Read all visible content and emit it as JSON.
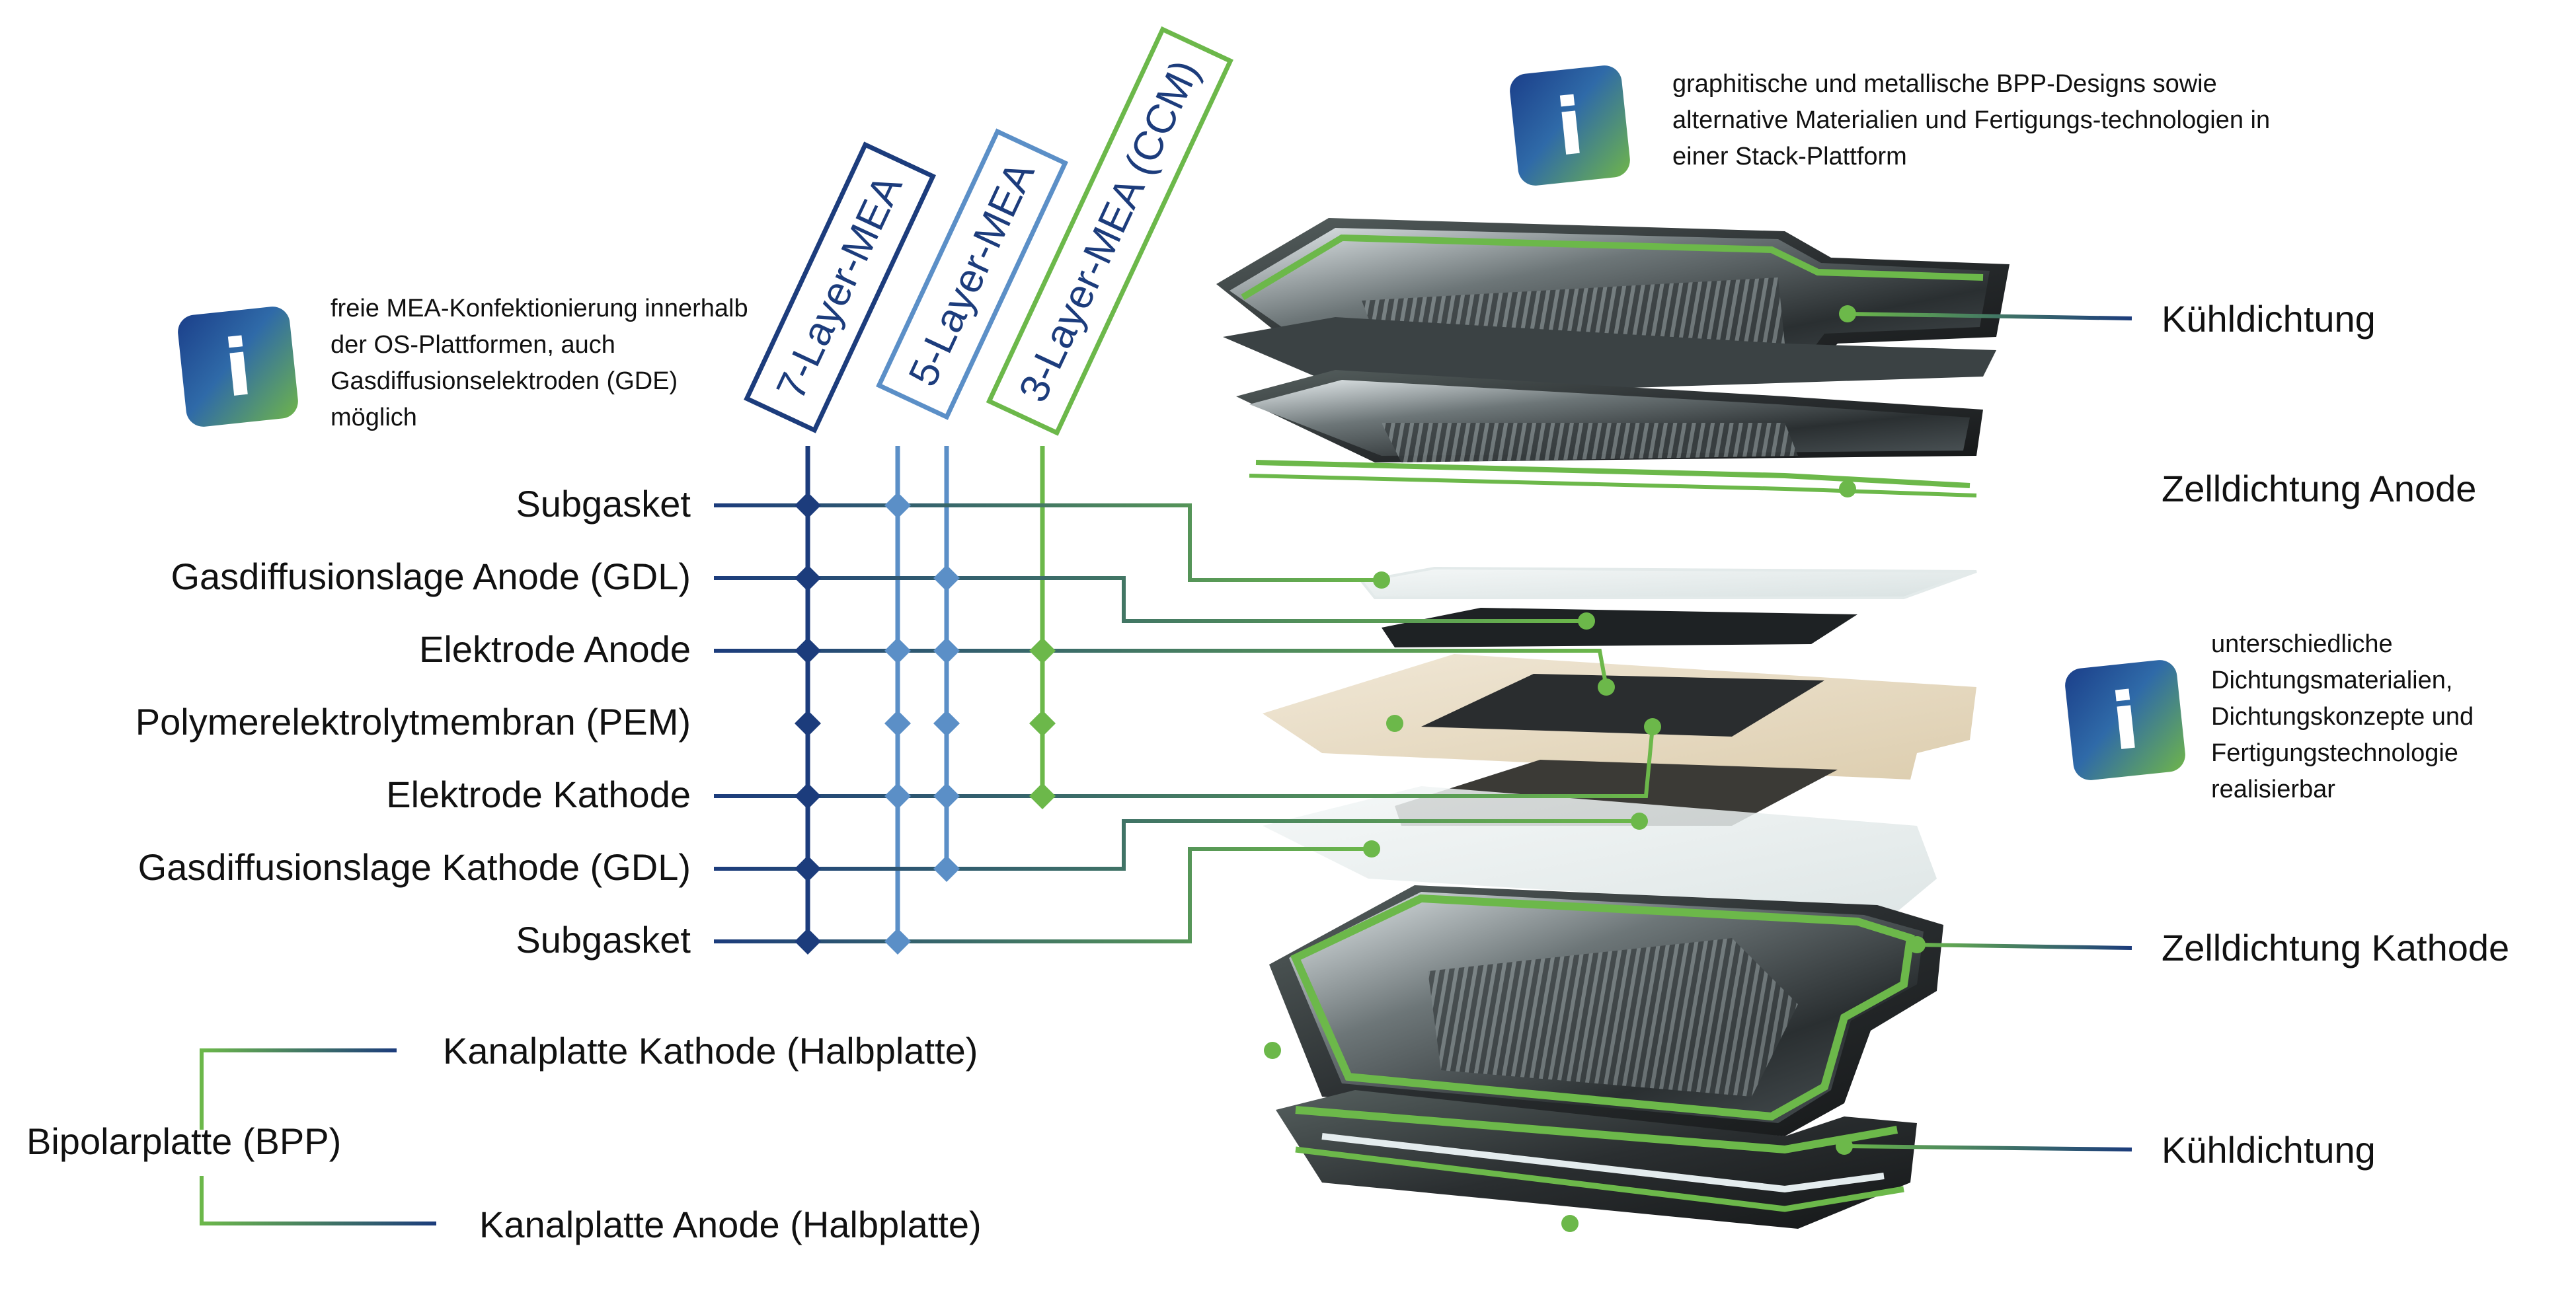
{
  "colors": {
    "dark_blue": "#1c3c7c",
    "mid_blue": "#5b8fc7",
    "green": "#6cb84a",
    "gradient": [
      "#1b3f8a",
      "#6fb54a"
    ]
  },
  "mea_types": [
    {
      "label": "7-Layer-MEA",
      "color": "#1c3c7c"
    },
    {
      "label": "5-Layer-MEA",
      "color": "#5b8fc7"
    },
    {
      "label": "3-Layer-MEA (CCM)",
      "color": "#6cb84a"
    }
  ],
  "layers": [
    {
      "label": "Subgasket",
      "in": [
        true,
        true,
        false,
        false
      ]
    },
    {
      "label": "Gasdiffusionslage Anode (GDL)",
      "in": [
        true,
        false,
        true,
        false
      ]
    },
    {
      "label": "Elektrode Anode",
      "in": [
        true,
        true,
        true,
        true
      ]
    },
    {
      "label": "Polymerelektrolytmembran (PEM)",
      "in": [
        true,
        true,
        true,
        true
      ]
    },
    {
      "label": "Elektrode Kathode",
      "in": [
        true,
        true,
        true,
        true
      ]
    },
    {
      "label": "Gasdiffusionslage Kathode (GDL)",
      "in": [
        true,
        false,
        true,
        false
      ]
    },
    {
      "label": "Subgasket",
      "in": [
        true,
        true,
        false,
        false
      ]
    }
  ],
  "bpp": {
    "label": "Bipolarplatte (BPP)",
    "cathode": "Kanalplatte Kathode (Halbplatte)",
    "anode": "Kanalplatte Anode (Halbplatte)"
  },
  "seals": {
    "cooling_top": "Kühldichtung",
    "cell_anode": "Zelldichtung Anode",
    "cell_cathode": "Zelldichtung Kathode",
    "cooling_bottom": "Kühldichtung"
  },
  "info": {
    "mea": "freie MEA-Konfektionierung innerhalb der OS-Plattformen, auch Gasdiffusionselektroden (GDE) möglich",
    "bpp": "graphitische und metallische BPP-Designs sowie alternative Materialien und Fertigungs-technologien in einer Stack-Plattform",
    "seal": "unterschiedliche Dichtungsmaterialien, Dichtungskonzepte und Fertigungstechnologie realisierbar",
    "icon": "info-icon"
  }
}
